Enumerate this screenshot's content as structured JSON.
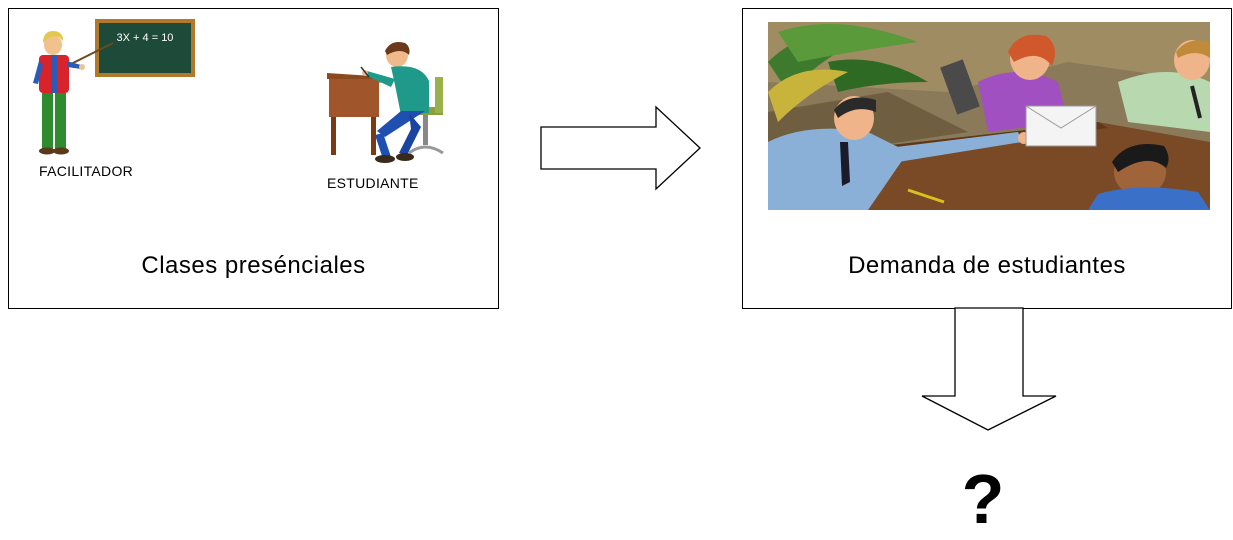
{
  "panels": {
    "left": {
      "caption": "Clases presénciales",
      "facilitator_label": "FACILITADOR",
      "student_label": "ESTUDIANTE",
      "blackboard_text": "3X + 4 = 10"
    },
    "right": {
      "caption": "Demanda de estudiantes"
    }
  },
  "result": {
    "symbol": "?"
  },
  "icons": {
    "teacher": "teacher-at-blackboard-icon",
    "student": "student-writing-at-desk-icon",
    "meeting": "business-meeting-clipart-icon",
    "arrow_right": "block-arrow-right-icon",
    "arrow_down": "block-arrow-down-icon"
  },
  "colors": {
    "outline": "#000000",
    "background": "#ffffff",
    "blackboard": "#1e4a3a",
    "blackboard_frame": "#b07a2a"
  }
}
